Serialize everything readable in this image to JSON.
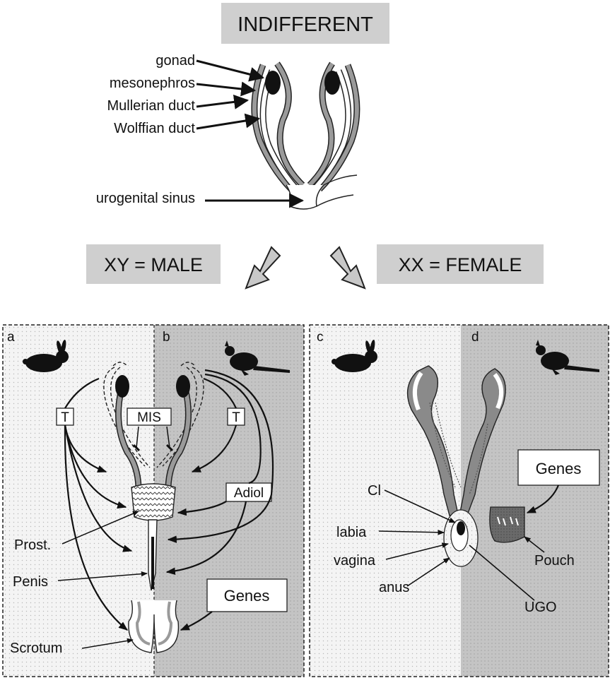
{
  "header": {
    "title": "INDIFFERENT",
    "male_label": "XY = MALE",
    "female_label": "XX = FEMALE"
  },
  "indifferent_labels": {
    "gonad": "gonad",
    "mesonephros": "mesonephros",
    "mullerian": "Mullerian duct",
    "wolffian": "Wolffian duct",
    "urogenital": "urogenital sinus"
  },
  "panels": {
    "a": "a",
    "b": "b",
    "c": "c",
    "d": "d"
  },
  "male_labels": {
    "t_left": "T",
    "mis": "MIS",
    "t_right": "T",
    "adiol": "Adiol",
    "prost": "Prost.",
    "penis": "Penis",
    "genes": "Genes",
    "scrotum": "Scrotum"
  },
  "female_labels": {
    "cl": "Cl",
    "labia": "labia",
    "vagina": "vagina",
    "anus": "anus",
    "genes": "Genes",
    "pouch": "Pouch",
    "ugo": "UGO"
  },
  "colors": {
    "box_gray": "#cfcfcf",
    "panel_gray": "#c8c8c8",
    "duct_gray": "#9a9a9a"
  }
}
